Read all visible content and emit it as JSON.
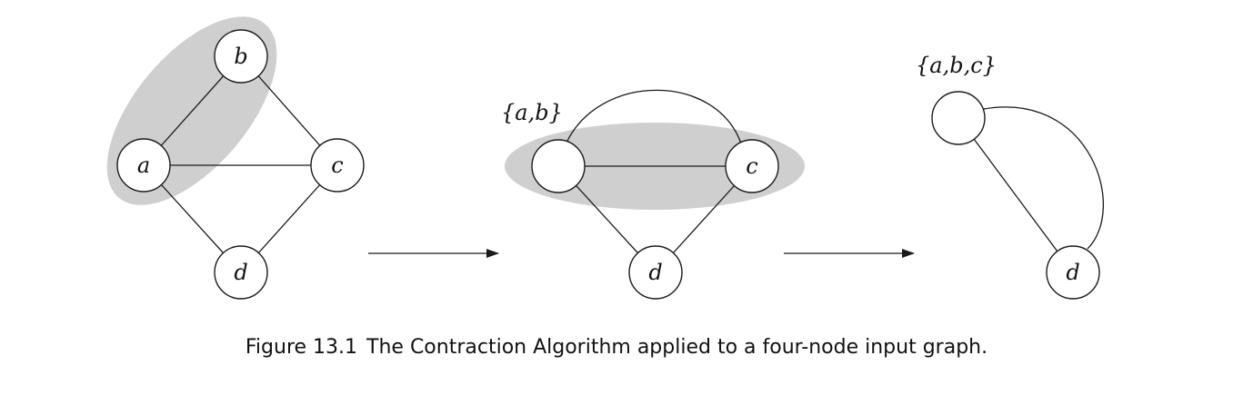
{
  "stages": [
    {
      "nodes": [
        {
          "id": "a",
          "label": "a"
        },
        {
          "id": "b",
          "label": "b"
        },
        {
          "id": "c",
          "label": "c"
        },
        {
          "id": "d",
          "label": "d"
        }
      ],
      "highlighted_edge": [
        "a",
        "b"
      ]
    },
    {
      "set_label": "{a,b}",
      "nodes": [
        {
          "id": "ab",
          "label": ""
        },
        {
          "id": "c",
          "label": "c"
        },
        {
          "id": "d",
          "label": "d"
        }
      ],
      "highlighted_edge": [
        "ab",
        "c"
      ]
    },
    {
      "set_label": "{a,b,c}",
      "nodes": [
        {
          "id": "abc",
          "label": ""
        },
        {
          "id": "d",
          "label": "d"
        }
      ]
    }
  ],
  "caption": {
    "number": "Figure 13.1",
    "text": "The Contraction Algorithm applied to a four-node input graph."
  }
}
